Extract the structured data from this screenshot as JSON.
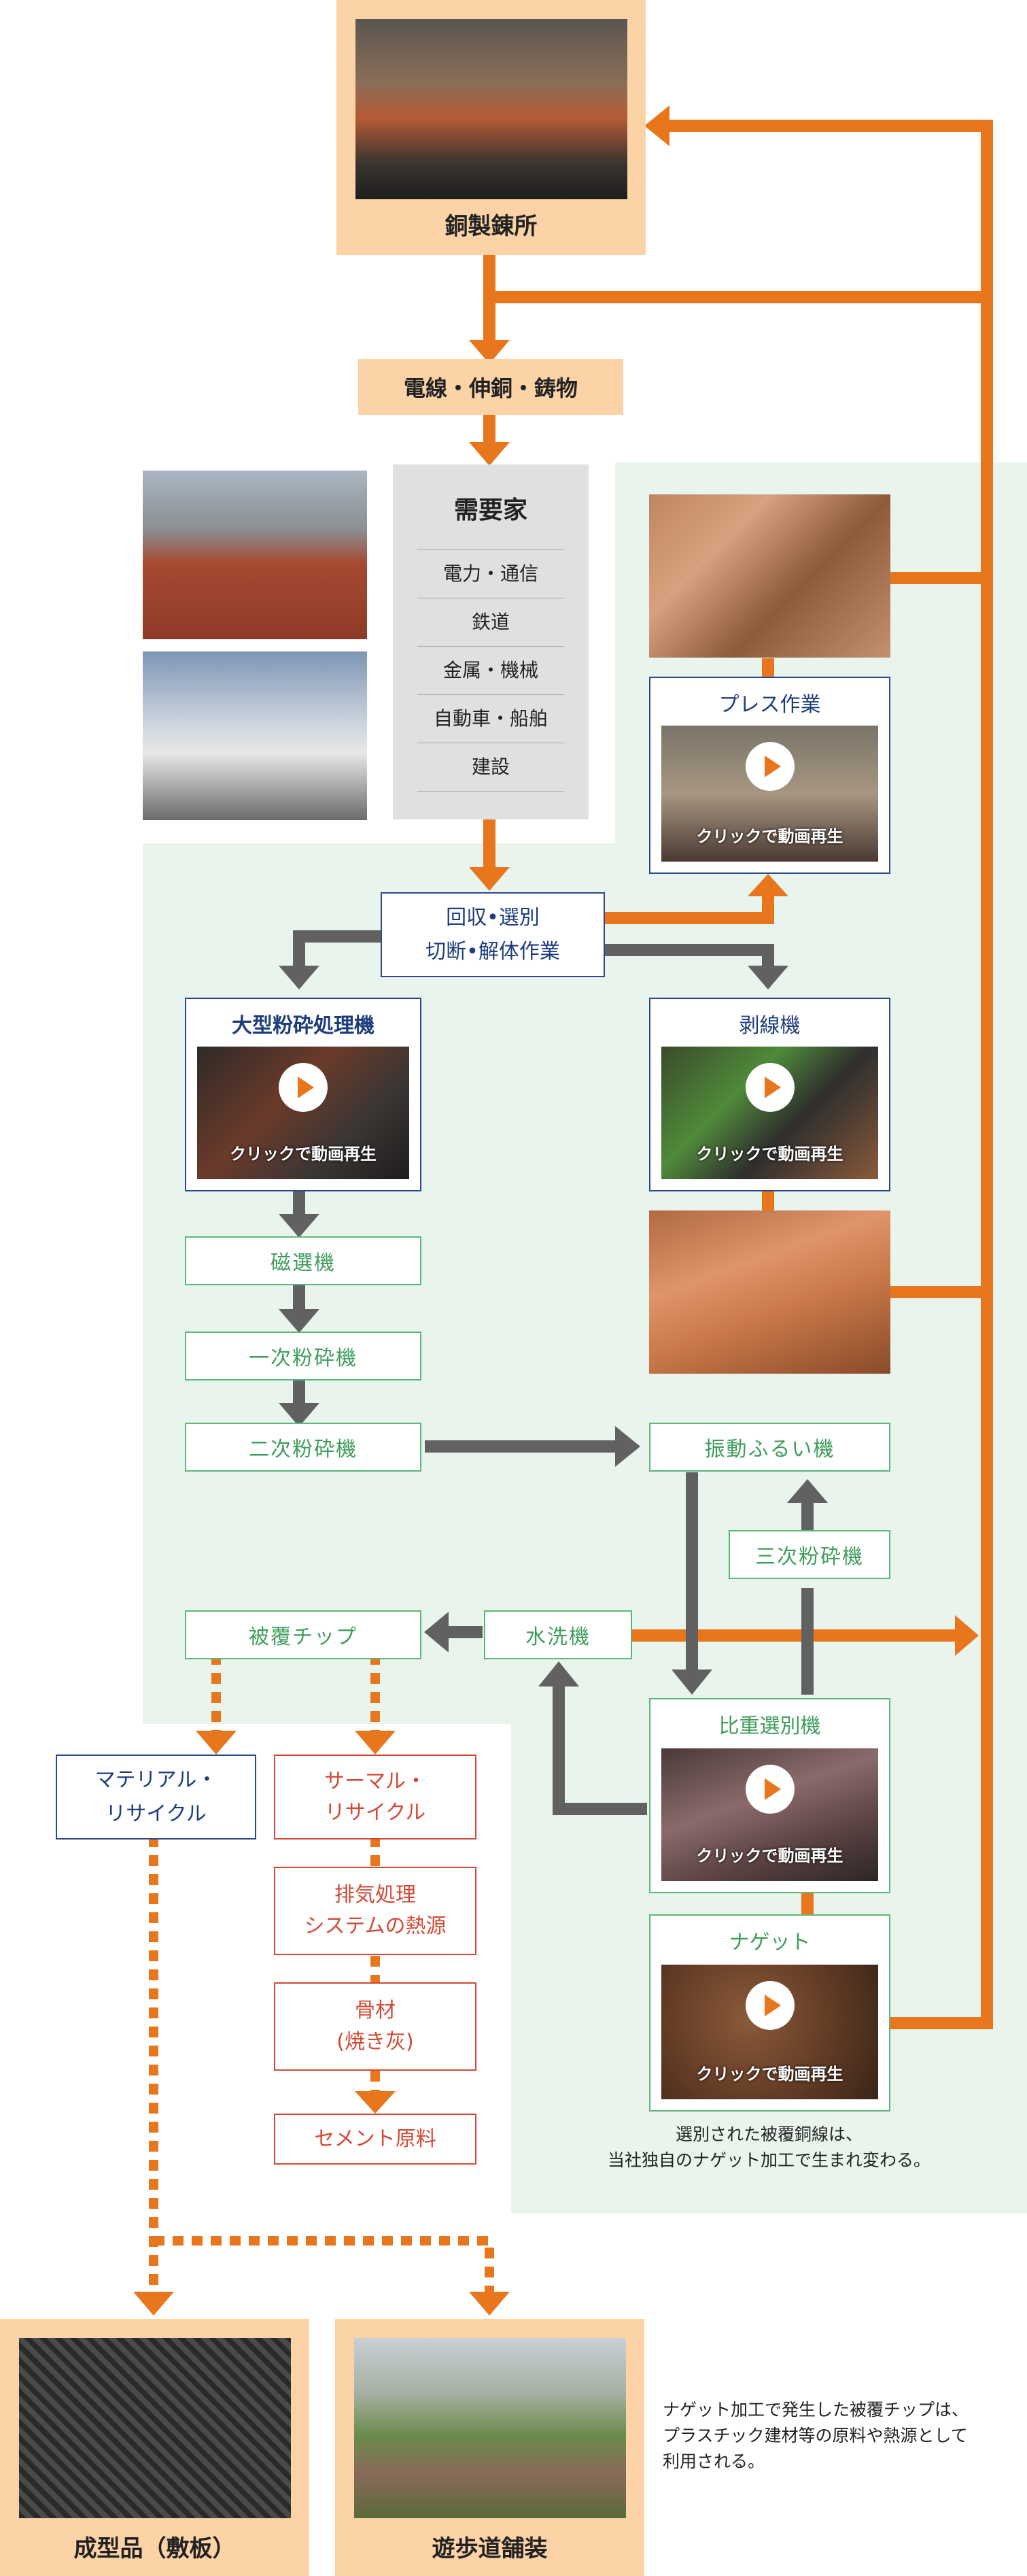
{
  "colors": {
    "orange": "#e8761c",
    "gray": "#616161",
    "green": "#5cb87a",
    "navy": "#2a4a8c",
    "red": "#d24a36",
    "peach": "#fbd3a6",
    "green_bg": "#e8f4ec"
  },
  "nodes": {
    "smelter": "銅製錬所",
    "wire_products": "電線・伸銅・鋳物",
    "consumers": {
      "title": "需要家",
      "items": [
        "電力・通信",
        "鉄道",
        "金属・機械",
        "自動車・船舶",
        "建設"
      ]
    },
    "collection": {
      "line1": "回収•選別",
      "line2": "切断•解体作業"
    },
    "press": "プレス作業",
    "large_shredder": "大型粉砕処理機",
    "stripper": "剥線機",
    "magnetic": "磁選機",
    "primary_shredder": "一次粉砕機",
    "secondary_shredder": "二次粉砕機",
    "vibrating_screen": "振動ふるい機",
    "tertiary_shredder": "三次粉砕機",
    "water_wash": "水洗機",
    "coated_chip": "被覆チップ",
    "gravity_sep": "比重選別機",
    "nugget": "ナゲット",
    "material_recycle": {
      "line1": "マテリアル・",
      "line2": "リサイクル"
    },
    "thermal_recycle": {
      "line1": "サーマル・",
      "line2": "リサイクル"
    },
    "exhaust": {
      "line1": "排気処理",
      "line2": "システムの熱源"
    },
    "aggregate": {
      "line1": "骨材",
      "line2": "(焼き灰)"
    },
    "cement": "セメント原料",
    "molded": "成型品（敷板）",
    "pavement": "遊歩道舗装"
  },
  "video_caption": "クリックで動画再生",
  "notes": {
    "nugget_note": {
      "line1": "選別された被覆銅線は、",
      "line2": "当社独自のナゲット加工で生まれ変わる。"
    },
    "chip_note": {
      "line1": "ナゲット加工で発生した被覆チップは、",
      "line2": "プラスチック建材等の原料や熱源として",
      "line3": "利用される。"
    }
  }
}
